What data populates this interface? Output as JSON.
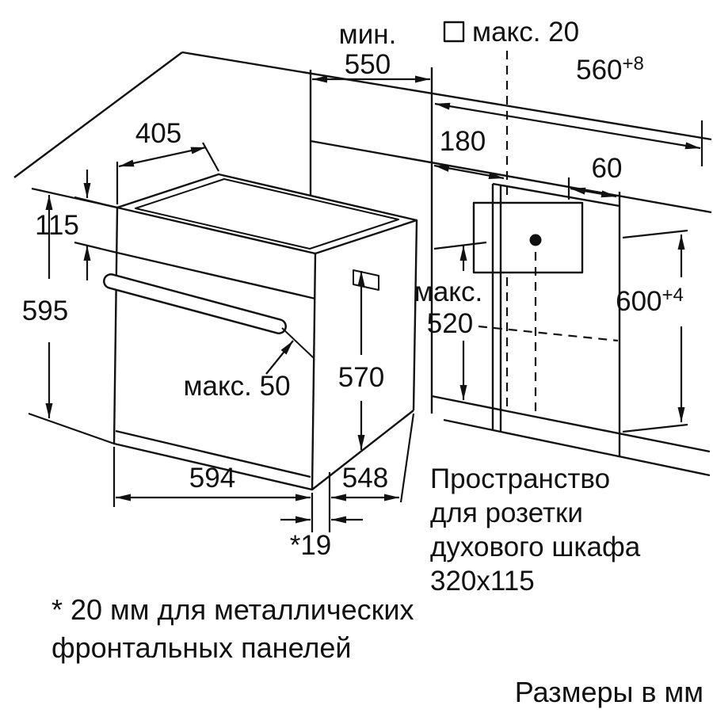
{
  "colors": {
    "ink": "#111111",
    "background": "#ffffff"
  },
  "labels": {
    "min_depth": {
      "word": "мин.",
      "value": "550"
    },
    "max_front": "макс. 20",
    "niche_width": {
      "value": "560",
      "sup": "+8"
    },
    "top_depth": "405",
    "socket_left": "180",
    "socket_right": "60",
    "panel_height": "115",
    "oven_height": "595",
    "max_socket": {
      "word": "макс.",
      "value": "520"
    },
    "niche_height": {
      "value": "600",
      "sup": "+4"
    },
    "cavity_height": "570",
    "handle_depth": "макс. 50",
    "oven_width": "594",
    "oven_depth": "548",
    "front_gap": "*19"
  },
  "notes": {
    "socket_space": [
      "Пространство",
      "для розетки",
      "духового шкафа",
      "320x115"
    ],
    "footnote": [
      "* 20 мм для металлических",
      "фронтальных панелей"
    ],
    "units": "Размеры в мм"
  }
}
